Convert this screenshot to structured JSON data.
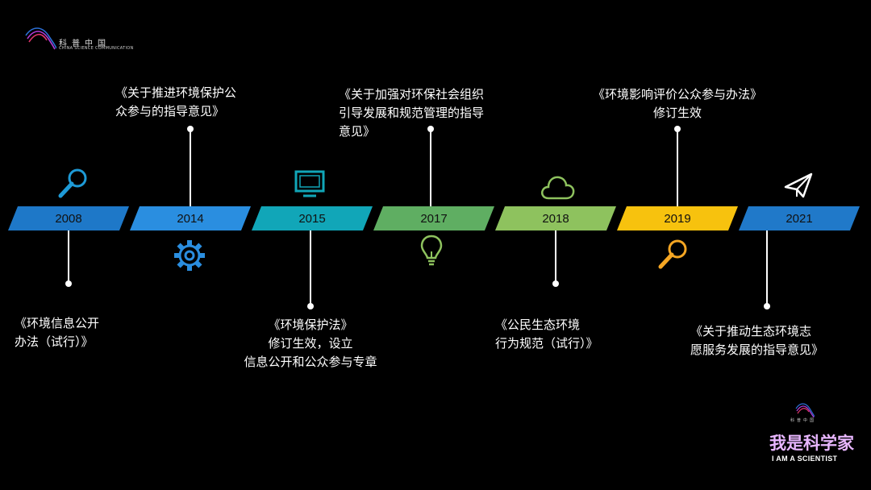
{
  "logo": {
    "cn": "科普中国",
    "en": "CHINA SCIENCE COMMUNICATION"
  },
  "timeline": [
    {
      "year": "2008",
      "color": "#1e78c8",
      "icon": "magnifier-icon",
      "text_position": "below",
      "lines": [
        "《环境信息公开",
        "办法（试行）》"
      ]
    },
    {
      "year": "2014",
      "color": "#2a8ee0",
      "icon": "gear-icon",
      "text_position": "above",
      "lines": [
        "《关于推进环境保护公",
        "众参与的指导意见》"
      ]
    },
    {
      "year": "2015",
      "color": "#11a6b8",
      "icon": "monitor-icon",
      "text_position": "below",
      "lines": [
        "《环境保护法》",
        "修订生效，设立",
        "信息公开和公众参与专章"
      ]
    },
    {
      "year": "2017",
      "color": "#5fae62",
      "icon": "lightbulb-icon",
      "text_position": "above",
      "lines": [
        "《关于加强对环保社会组织",
        "引导发展和规范管理的指导",
        "意见》"
      ]
    },
    {
      "year": "2018",
      "color": "#8ec25e",
      "icon": "cloud-icon",
      "text_position": "below",
      "lines": [
        "《公民生态环境",
        "行为规范（试行）》"
      ]
    },
    {
      "year": "2019",
      "color": "#f7c20e",
      "icon": "magnifier-icon",
      "text_position": "above",
      "lines": [
        "《环境影响评价公众参与办法》",
        "修订生效"
      ]
    },
    {
      "year": "2021",
      "color": "#2079c9",
      "icon": "paper-plane-icon",
      "text_position": "below",
      "lines": [
        "《关于推动生态环境志",
        "愿服务发展的指导意见》"
      ]
    }
  ],
  "brand": {
    "cn_small": "科普中国",
    "title": "我是科学家",
    "en": "I AM A SCIENTIST"
  },
  "colors": {
    "cyan": "#1e9ad6",
    "green": "#8ec25e",
    "orange": "#f5a623",
    "white": "#ffffff"
  }
}
